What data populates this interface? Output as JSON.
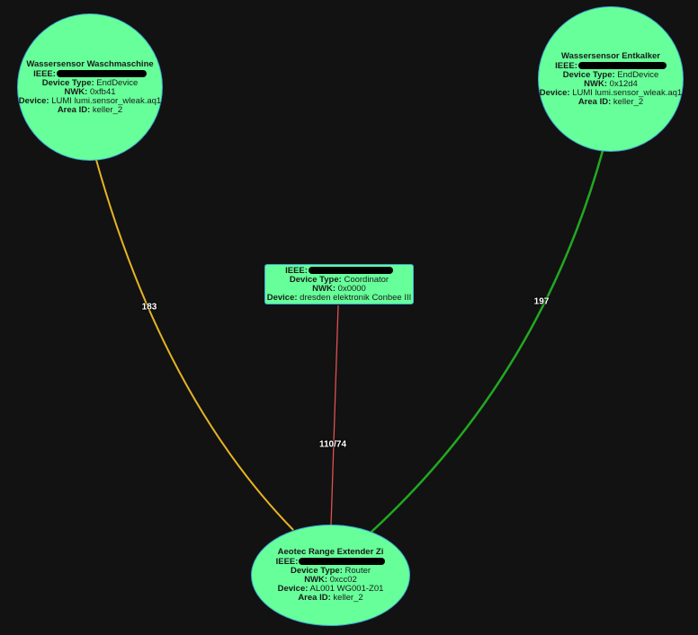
{
  "nodes": {
    "waschmaschine": {
      "title": "Wassersensor Waschmaschine",
      "ieee_label": "IEEE:",
      "type_label": "Device Type:",
      "type": "EndDevice",
      "nwk_label": "NWK:",
      "nwk": "0xfb41",
      "device_label": "Device:",
      "device": "LUMI lumi.sensor_wleak.aq1",
      "area_label": "Area ID:",
      "area": "keller_2"
    },
    "entkalker": {
      "title": "Wassersensor Entkalker",
      "ieee_label": "IEEE:",
      "type_label": "Device Type:",
      "type": "EndDevice",
      "nwk_label": "NWK:",
      "nwk": "0x12d4",
      "device_label": "Device:",
      "device": "LUMI lumi.sensor_wleak.aq1",
      "area_label": "Area ID:",
      "area": "keller_2"
    },
    "coordinator": {
      "ieee_label": "IEEE:",
      "type_label": "Device Type:",
      "type": "Coordinator",
      "nwk_label": "NWK:",
      "nwk": "0x0000",
      "device_label": "Device:",
      "device": "dresden elektronik Conbee III"
    },
    "extender": {
      "title": "Aeotec Range Extender Zi",
      "ieee_label": "IEEE:",
      "type_label": "Device Type:",
      "type": "Router",
      "nwk_label": "NWK:",
      "nwk": "0xcc02",
      "device_label": "Device:",
      "device": "AL001 WG001-Z01",
      "area_label": "Area ID:",
      "area": "keller_2"
    }
  },
  "edges": {
    "waschmaschine_extender": {
      "label": "183",
      "color": "#e6b422"
    },
    "entkalker_extender": {
      "label": "197",
      "color": "#22a822"
    },
    "coordinator_extender": {
      "label": "110/74",
      "color": "#e05050"
    }
  },
  "colors": {
    "background": "#121212",
    "node_fill": "#66ff99",
    "node_border": "#3fa7d6"
  }
}
